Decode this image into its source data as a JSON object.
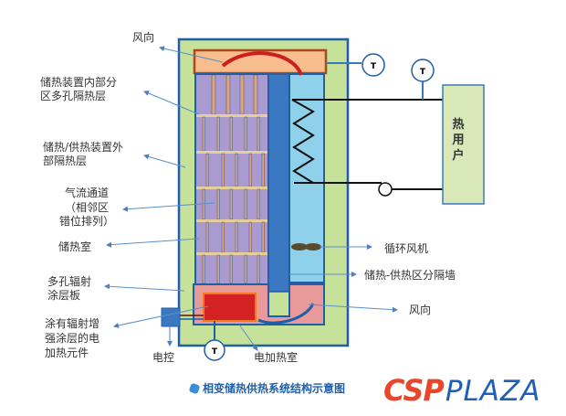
{
  "diagram": {
    "labels": {
      "wind_direction_top": "风向",
      "inner_insulation": [
        "储热装置内部分",
        "区多孔隔热层"
      ],
      "outer_insulation": [
        "储热/供热装置外",
        "部隔热层"
      ],
      "airflow_channel": [
        "气流通道",
        "（相邻区",
        "错位排列）"
      ],
      "storage_chamber": "储热室",
      "radiant_plate": [
        "多孔辐射",
        "涂层板"
      ],
      "heating_element": [
        "涂有辐射增",
        "强涂层的电",
        "加热元件"
      ],
      "electric_control": "电控",
      "heating_chamber": "电加热室",
      "circulation_fan": "循环风机",
      "partition_wall": "储热-供热区分隔墙",
      "wind_direction_bottom": "风向",
      "heat_user": [
        "热",
        "用",
        "户"
      ],
      "temperature_sensor": "T"
    },
    "caption": "相变储热供热系统结构示意图",
    "logo": {
      "part1": "CSP",
      "part2": "PLAZA"
    },
    "colors": {
      "outer_insulation": "#c6e19a",
      "frame_blue": "#1f5fa8",
      "top_duct": "#f8bd8c",
      "storage_purple": "#a99bd0",
      "partition_blue": "#3a78c2",
      "supply_lightblue": "#8fd0ea",
      "heating_pink": "#e89a9a",
      "heater_red": "#d42222",
      "user_box": "#d8e8b8",
      "arrow_red": "#cc1f1f",
      "leader_line": "#5b8fc9"
    }
  }
}
